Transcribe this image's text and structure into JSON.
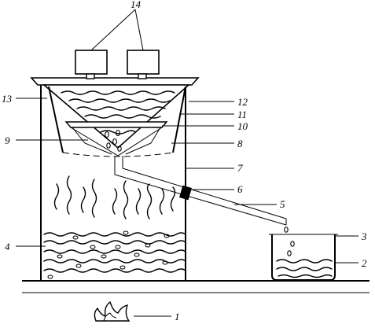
{
  "diagram": {
    "labels": [
      {
        "id": "l1",
        "text": "1"
      },
      {
        "id": "l2",
        "text": "2"
      },
      {
        "id": "l3",
        "text": "3"
      },
      {
        "id": "l4",
        "text": "4"
      },
      {
        "id": "l5",
        "text": "5"
      },
      {
        "id": "l6",
        "text": "6"
      },
      {
        "id": "l7",
        "text": "7"
      },
      {
        "id": "l8",
        "text": "8"
      },
      {
        "id": "l9",
        "text": "9"
      },
      {
        "id": "l10",
        "text": "10"
      },
      {
        "id": "l11",
        "text": "11"
      },
      {
        "id": "l12",
        "text": "12"
      },
      {
        "id": "l13",
        "text": "13"
      },
      {
        "id": "l14",
        "text": "14"
      }
    ]
  }
}
